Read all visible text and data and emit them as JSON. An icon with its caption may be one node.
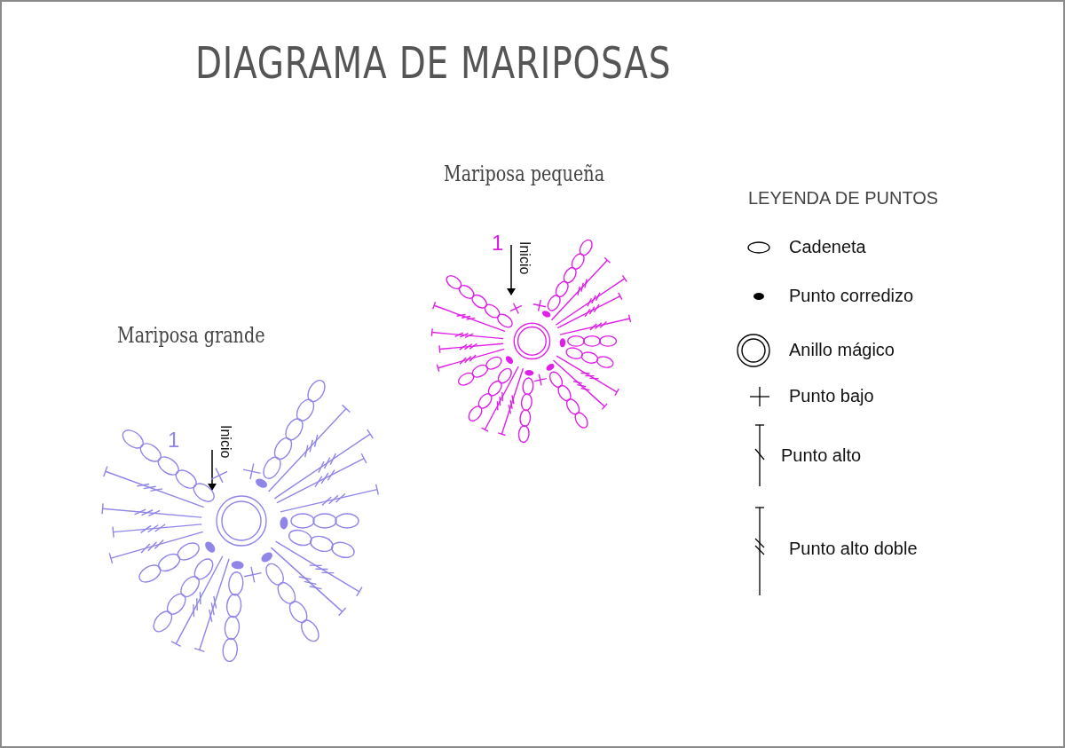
{
  "diagram": {
    "title": "DIAGRAMA DE MARIPOSAS",
    "labels": [
      "Mariposa pequeña",
      "1",
      "Inicio",
      "LEYENDA DE PUNTOS",
      "Mariposa grande",
      "1",
      "Inicio"
    ],
    "legend": [
      {
        "text": "Cadeneta"
      },
      {
        "text": "Punto corredizo"
      },
      {
        "text": "Anillo mágico"
      },
      {
        "text": "Punto bajo"
      },
      {
        "text": "Punto alto"
      },
      {
        "text": "Punto alto doble"
      }
    ]
  }
}
